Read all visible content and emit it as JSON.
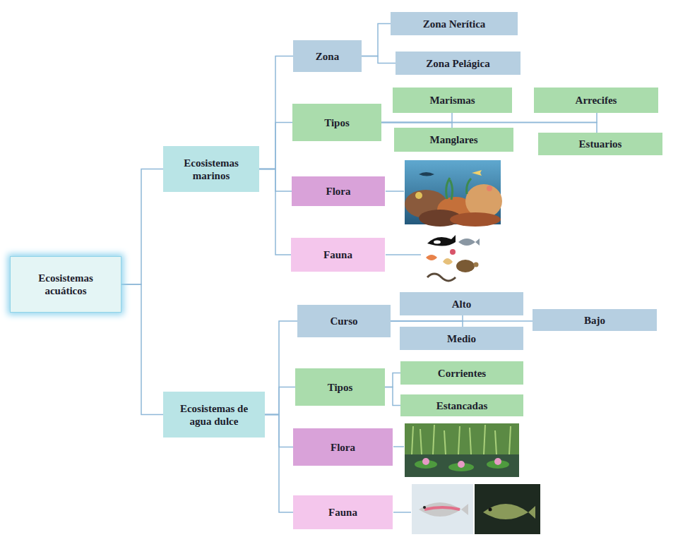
{
  "diagram": {
    "nodes": [
      {
        "text": [
          "Ecosistemas acuáticos"
        ]
      },
      {
        "text": [
          "Ecosistemas marinos"
        ]
      },
      {
        "text": [
          "Zona"
        ]
      },
      {
        "text": [
          "Zona Nerítica"
        ]
      },
      {
        "text": [
          "Zona Pelágica"
        ]
      },
      {
        "text": [
          "Tipos"
        ]
      },
      {
        "text": [
          "Marismas"
        ]
      },
      {
        "text": [
          "Arrecifes"
        ]
      },
      {
        "text": [
          "Manglares"
        ]
      },
      {
        "text": [
          "Estuarios"
        ]
      },
      {
        "text": [
          "Flora"
        ]
      },
      {
        "text": [
          "Fauna"
        ]
      },
      {
        "text": [
          "Ecosistemas de agua dulce"
        ]
      },
      {
        "text": [
          "Curso"
        ]
      },
      {
        "text": [
          "Alto"
        ]
      },
      {
        "text": [
          "Bajo"
        ]
      },
      {
        "text": [
          "Medio"
        ]
      },
      {
        "text": [
          "Tipos"
        ]
      },
      {
        "text": [
          "Corrientes"
        ]
      },
      {
        "text": [
          "Estancadas"
        ]
      },
      {
        "text": [
          "Flora"
        ]
      },
      {
        "text": [
          "Fauna"
        ]
      }
    ],
    "edges": [
      {
        "from": 0,
        "to": 1,
        "arrow": "none"
      },
      {
        "from": 0,
        "to": 12,
        "arrow": "none"
      },
      {
        "from": 1,
        "to": 2,
        "arrow": "none"
      },
      {
        "from": 1,
        "to": 5,
        "arrow": "none"
      },
      {
        "from": 1,
        "to": 10,
        "arrow": "none"
      },
      {
        "from": 1,
        "to": 11,
        "arrow": "none"
      },
      {
        "from": 2,
        "to": 3,
        "arrow": "none"
      },
      {
        "from": 2,
        "to": 4,
        "arrow": "none"
      },
      {
        "from": 5,
        "to": 6,
        "arrow": "none"
      },
      {
        "from": 5,
        "to": 8,
        "arrow": "none"
      },
      {
        "from": 5,
        "to": 7,
        "arrow": "none"
      },
      {
        "from": 5,
        "to": 9,
        "arrow": "none"
      },
      {
        "from": 12,
        "to": 13,
        "arrow": "none"
      },
      {
        "from": 12,
        "to": 17,
        "arrow": "none"
      },
      {
        "from": 12,
        "to": 20,
        "arrow": "none"
      },
      {
        "from": 12,
        "to": 21,
        "arrow": "none"
      },
      {
        "from": 13,
        "to": 14,
        "arrow": "none"
      },
      {
        "from": 13,
        "to": 16,
        "arrow": "none"
      },
      {
        "from": 13,
        "to": 15,
        "arrow": "none"
      },
      {
        "from": 17,
        "to": 18,
        "arrow": "none"
      },
      {
        "from": 17,
        "to": 19,
        "arrow": "none"
      }
    ]
  }
}
